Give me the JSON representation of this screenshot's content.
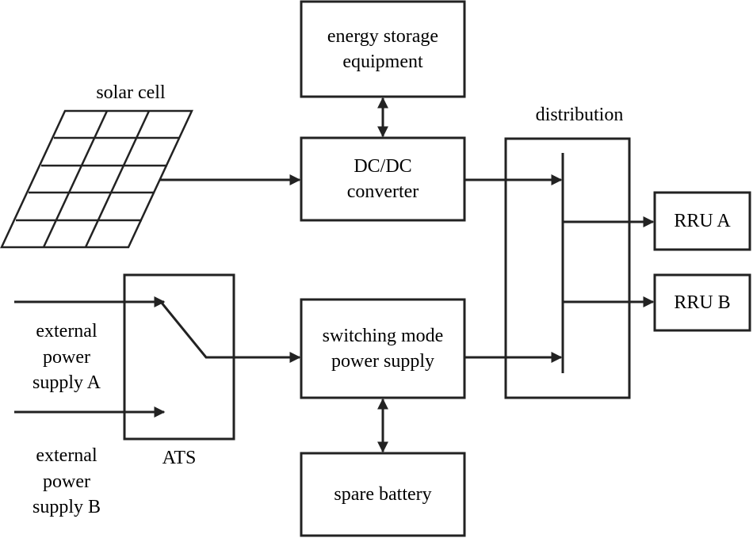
{
  "colors": {
    "stroke": "#222222",
    "background": "#ffffff"
  },
  "labels": {
    "solar_cell": "solar cell",
    "energy_storage": "energy storage\nequipment",
    "dcdc": "DC/DC\nconverter",
    "distribution": "distribution",
    "rru_a": "RRU A",
    "rru_b": "RRU B",
    "ext_a": "external\npower\nsupply A",
    "ext_b": "external\npower\nsupply B",
    "ats": "ATS",
    "smps": "switching mode\npower supply",
    "spare_battery": "spare battery"
  }
}
